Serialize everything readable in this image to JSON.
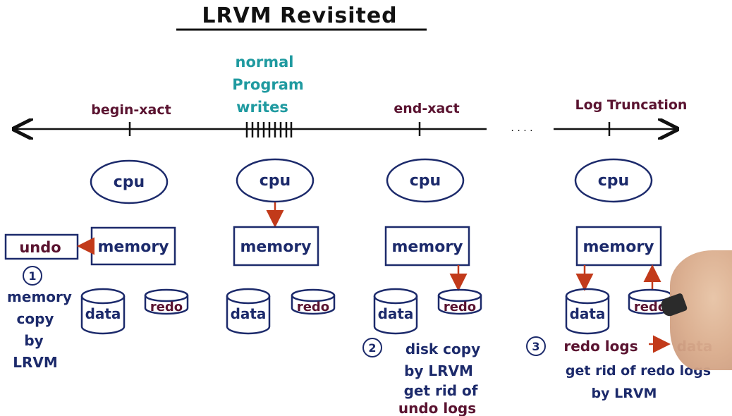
{
  "title": "LRVM Revisited",
  "timeline": {
    "begin": "begin-xact",
    "normal_writes": [
      "normal",
      "Program",
      "writes"
    ],
    "end": "end-xact",
    "ellipsis": "· · · ·",
    "log_truncation": "Log Truncation"
  },
  "columns": [
    {
      "cpu": "cpu",
      "memory": "memory",
      "data": "data",
      "redo": "redo",
      "undo": "undo"
    },
    {
      "cpu": "cpu",
      "memory": "memory",
      "data": "data",
      "redo": "redo"
    },
    {
      "cpu": "cpu",
      "memory": "memory",
      "data": "data",
      "redo": "redo"
    },
    {
      "cpu": "cpu",
      "memory": "memory",
      "data": "data",
      "redo": "redo"
    }
  ],
  "notes": {
    "note1": {
      "marker": "1",
      "lines": [
        "memory",
        "copy",
        "by",
        "LRVM"
      ]
    },
    "note2": {
      "marker": "2",
      "lines": [
        "disk copy",
        "by LRVM",
        "get rid of",
        "undo logs"
      ]
    },
    "note3": {
      "marker": "3",
      "line1_a": "redo logs",
      "line1_b": "data",
      "lines": [
        "get rid of redo logs",
        "by LRVM"
      ]
    }
  },
  "colors": {
    "ink": "#111111",
    "maroon": "#5a1330",
    "navy": "#1c2a6b",
    "teal": "#1f9aa0",
    "arrow_red": "#c23a1a"
  }
}
